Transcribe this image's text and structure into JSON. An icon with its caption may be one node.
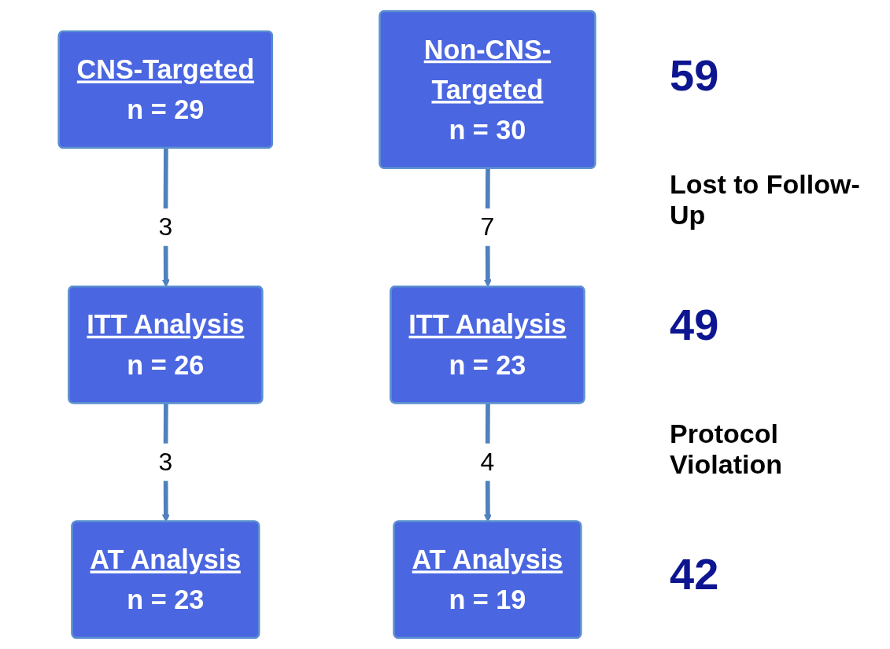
{
  "diagram": {
    "nodes": [
      {
        "text": [
          "CNS-Targeted",
          "n = 29"
        ]
      },
      {
        "text": [
          "Non-CNS-Targeted",
          "n = 30"
        ]
      },
      {
        "text": [
          "ITT Analysis",
          "n = 26"
        ]
      },
      {
        "text": [
          "ITT Analysis",
          "n = 23"
        ]
      },
      {
        "text": [
          "AT Analysis",
          "n = 23"
        ]
      },
      {
        "text": [
          "AT Analysis",
          "n = 19"
        ]
      }
    ],
    "edges": [
      {
        "from": 0,
        "to": 2,
        "arrow": "to",
        "label": "3"
      },
      {
        "from": 1,
        "to": 3,
        "arrow": "to",
        "label": "7"
      },
      {
        "from": 2,
        "to": 4,
        "arrow": "to",
        "label": "3"
      },
      {
        "from": 3,
        "to": 5,
        "arrow": "to",
        "label": "4"
      }
    ],
    "labels": [
      "59",
      "Lost to Follow-Up",
      "49",
      "Protocol Violation",
      "42"
    ]
  }
}
